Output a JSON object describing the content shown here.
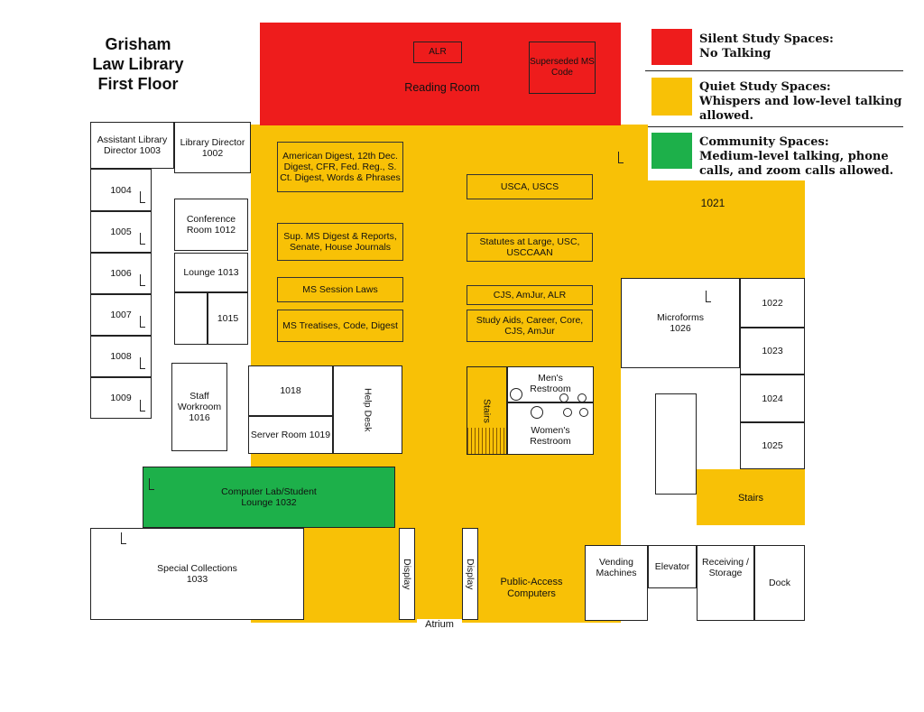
{
  "title": {
    "line1": "Grisham",
    "line2": "Law Library",
    "line3": "First Floor"
  },
  "legend": [
    {
      "color": "#ee1c1c",
      "heading": "Silent Study Spaces:",
      "text": "No Talking"
    },
    {
      "color": "#f8c106",
      "heading": "Quiet Study Spaces:",
      "text": "Whispers and low-level talking allowed."
    },
    {
      "color": "#1db04a",
      "heading": "Community Spaces:",
      "text": "Medium-level talking, phone calls, and zoom calls allowed."
    }
  ],
  "reading_room": {
    "label": "Reading Room",
    "alr": "ALR",
    "superseded": "Superseded MS Code"
  },
  "rooms": {
    "r1003": "Assistant Library Director 1003",
    "r1002": "Library Director 1002",
    "r1004": "1004",
    "r1005": "1005",
    "r1006": "1006",
    "r1007": "1007",
    "r1008": "1008",
    "r1009": "1009",
    "r1012": "Conference Room 1012",
    "r1013": "Lounge 1013",
    "r1015": "1015",
    "r1016": "Staff Workroom 1016",
    "r1018": "1018",
    "r1019": "Server Room 1019",
    "help_desk": "Help Desk",
    "r1032": "Computer Lab/Student Lounge 1032",
    "r1033": "Special Collections 1033",
    "r1021": "1021",
    "r1026": "Microforms 1026",
    "r1022": "1022",
    "r1023": "1023",
    "r1024": "1024",
    "r1025": "1025",
    "stairs_center": "Stairs",
    "stairs_right": "Stairs",
    "mens": "Men's Restroom",
    "womens": "Women's Restroom",
    "display1": "Display",
    "display2": "Display",
    "atrium": "Atrium",
    "public_access": "Public-Access Computers",
    "vending": "Vending Machines",
    "elevator": "Elevator",
    "receiving": "Receiving / Storage",
    "dock": "Dock"
  },
  "shelves": {
    "american_digest": "American Digest, 12th Dec. Digest, CFR, Fed. Reg., S. Ct. Digest, Words & Phrases",
    "sup_ms_digest": "Sup. MS Digest & Reports, Senate, House Journals",
    "ms_session_laws": "MS Session Laws",
    "ms_treatises": "MS Treatises, Code, Digest",
    "usca": "USCA, USCS",
    "statutes": "Statutes at Large, USC, USCCAAN",
    "cjs": "CJS, AmJur, ALR",
    "study_aids": "Study Aids, Career, Core, CJS, AmJur"
  }
}
